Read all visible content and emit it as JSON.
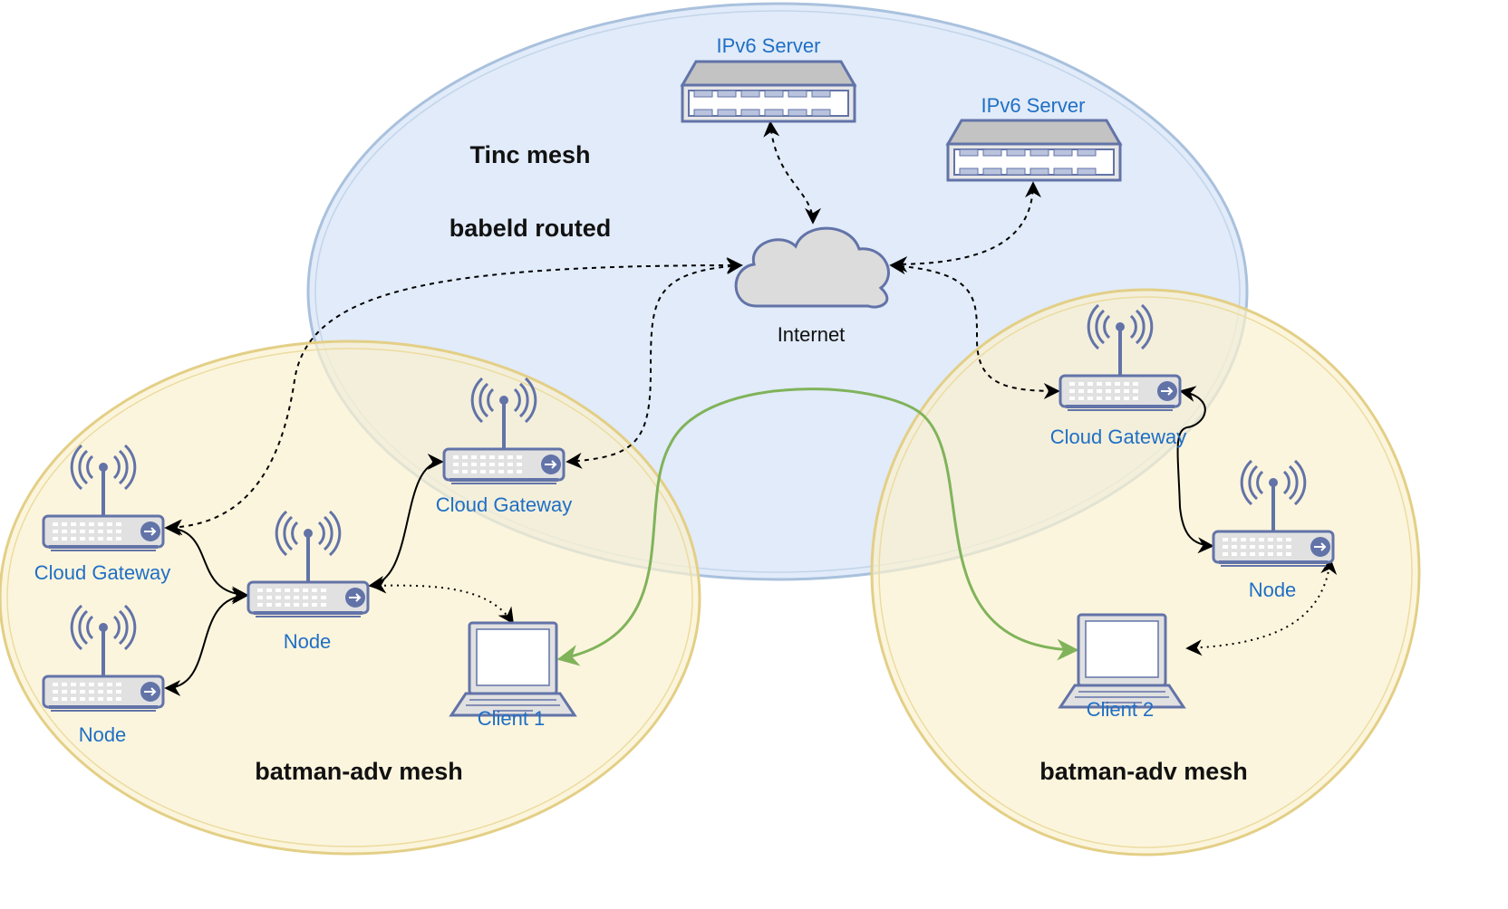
{
  "regions": {
    "tinc_title": "Tinc mesh",
    "tinc_subtitle": "babeld routed",
    "left_mesh_title": "batman-adv mesh",
    "right_mesh_title": "batman-adv mesh"
  },
  "nodes": {
    "server_1": "IPv6 Server",
    "server_2": "IPv6 Server",
    "internet": "Internet",
    "left_cloud_gateway_1": "Cloud Gateway",
    "left_cloud_gateway_2": "Cloud Gateway",
    "left_node_top": "Node",
    "left_node_bottom": "Node",
    "client_1": "Client 1",
    "right_cloud_gateway": "Cloud Gateway",
    "right_node": "Node",
    "client_2": "Client 2"
  },
  "colors": {
    "tinc_fill": "#dce8f8",
    "tinc_stroke": "#a9c1dd",
    "batman_fill": "#fbf1cf",
    "batman_stroke": "#e3cf86",
    "device_fill": "#e1e1e1",
    "device_stroke": "#6273a8",
    "label_blue": "#1f6fc5",
    "green_link": "#80b35a"
  }
}
